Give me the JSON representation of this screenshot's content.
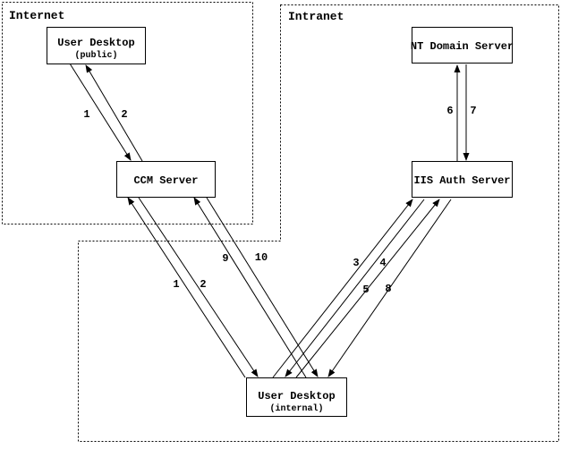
{
  "diagram": {
    "title_colors": {
      "ink": "#000000",
      "paper": "#ffffff"
    },
    "zones": [
      {
        "id": "internet",
        "label": "Internet"
      },
      {
        "id": "intranet",
        "label": "Intranet"
      }
    ],
    "nodes": [
      {
        "id": "user-desktop-public",
        "label": "User Desktop",
        "sublabel": "(public)"
      },
      {
        "id": "ccm-server",
        "label": "CCM Server",
        "sublabel": ""
      },
      {
        "id": "nt-domain-server",
        "label": "NT Domain Server",
        "sublabel": ""
      },
      {
        "id": "iis-auth-server",
        "label": "IIS Auth Server",
        "sublabel": ""
      },
      {
        "id": "user-desktop-internal",
        "label": "User Desktop",
        "sublabel": "(internal)"
      }
    ],
    "edges": [
      {
        "label": "1",
        "from": "user-desktop-public",
        "to": "ccm-server"
      },
      {
        "label": "2",
        "from": "ccm-server",
        "to": "user-desktop-public"
      },
      {
        "label": "1",
        "from": "user-desktop-internal",
        "to": "ccm-server"
      },
      {
        "label": "2",
        "from": "ccm-server",
        "to": "user-desktop-internal"
      },
      {
        "label": "9",
        "from": "user-desktop-internal",
        "to": "ccm-server"
      },
      {
        "label": "10",
        "from": "ccm-server",
        "to": "user-desktop-internal"
      },
      {
        "label": "3",
        "from": "user-desktop-internal",
        "to": "iis-auth-server"
      },
      {
        "label": "4",
        "from": "iis-auth-server",
        "to": "user-desktop-internal"
      },
      {
        "label": "5",
        "from": "user-desktop-internal",
        "to": "iis-auth-server"
      },
      {
        "label": "8",
        "from": "iis-auth-server",
        "to": "user-desktop-internal"
      },
      {
        "label": "6",
        "from": "iis-auth-server",
        "to": "nt-domain-server"
      },
      {
        "label": "7",
        "from": "nt-domain-server",
        "to": "iis-auth-server"
      }
    ]
  }
}
